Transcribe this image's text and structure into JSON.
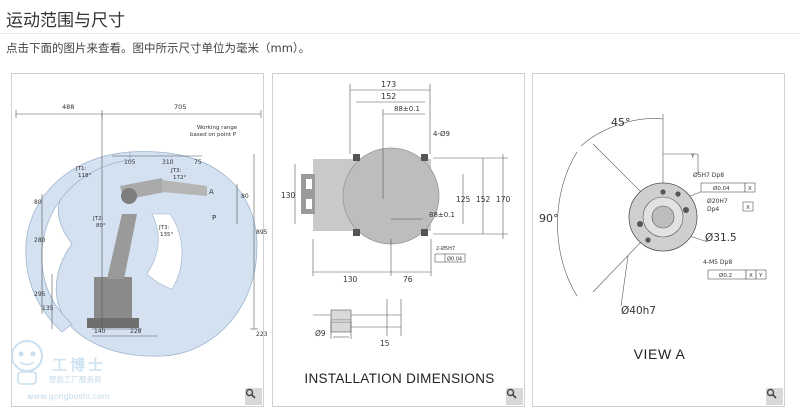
{
  "page": {
    "title": "运动范围与尺寸",
    "description": "点击下面的图片来查看。图中所示尺寸单位为毫米（mm）。"
  },
  "figure1": {
    "dims_top": [
      "488",
      "705"
    ],
    "working_range": [
      "Working range",
      "based on point P"
    ],
    "joints": [
      "JT1:",
      "118°",
      "JT2:",
      "80°",
      "JT3:",
      "172°",
      "JT3:",
      "135°",
      "JT2:",
      "80°"
    ],
    "dims_inner": [
      "105",
      "310",
      "75",
      "80",
      "80",
      "280",
      "295",
      "135",
      "140",
      "228"
    ],
    "dims_right": [
      "895",
      "223"
    ],
    "points": [
      "A",
      "P"
    ]
  },
  "figure2": {
    "caption": "INSTALLATION DIMENSIONS",
    "dims": [
      "173",
      "152",
      "88±0.1",
      "4-Ø9",
      "125",
      "152",
      "170",
      "130",
      "88±0.1",
      "130",
      "76",
      "2-Ø5H7",
      "Ø0.04",
      "Ø9",
      "15"
    ]
  },
  "figure3": {
    "caption": "VIEW A",
    "angles": [
      "45°",
      "90°"
    ],
    "labels": [
      "Y",
      "Ø5H7 Dp8",
      "Ø0.04",
      "X",
      "Ø20H7",
      "Dp4",
      "X",
      "Ø31.5",
      "4-M5 Dp8",
      "Ø0.2",
      "X",
      "Y",
      "Ø40h7"
    ]
  },
  "watermark": {
    "name": "工博士",
    "subtitle": "智能工厂服务商",
    "url": "www.gongboshi.com"
  },
  "colors": {
    "range_fill": "#d3e1f1",
    "range_stroke": "#9fb5cd",
    "drawing_gray": "#bdbdbd",
    "dim_line": "#555555",
    "zoom_bg": "#d8d8d8"
  },
  "icons": [
    "zoom-icon"
  ]
}
